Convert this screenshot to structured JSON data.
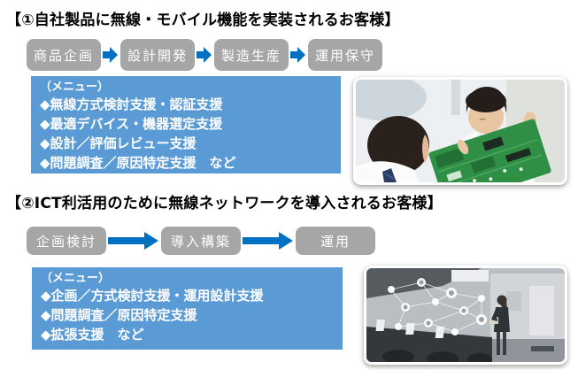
{
  "colors": {
    "flow_box_gray": "#a6a6a6",
    "arrow_blue": "#0070c0",
    "menu_blue": "#5b9bd5",
    "title_black": "#000000"
  },
  "section1": {
    "title": "【①自社製品に無線・モバイル機能を実装されるお客様】",
    "flow": [
      "商品企画",
      "設計開発",
      "製造生産",
      "運用保守"
    ],
    "menu": {
      "header": "（メニュー）",
      "items": [
        "◆無線方式検討支援・認証支援",
        "◆最適デバイス・機器選定支援",
        "◆設計／評価レビュー支援",
        "◆問題調査／原因特定支援　など"
      ]
    },
    "photo_alt": "二人の技術者が緑色の基板を検査している写真"
  },
  "section2": {
    "title": "【②ICT利活用のために無線ネットワークを導入されるお客様】",
    "flow": [
      "企画検討",
      "導入構築",
      "運用"
    ],
    "menu": {
      "header": "（メニュー）",
      "items": [
        "◆企画／方式検討支援・運用設計支援",
        "◆問題調査／原因特定支援",
        "◆拡張支援　など"
      ]
    },
    "photo_alt": "会議室でネットワーク図を見る女性の写真"
  }
}
